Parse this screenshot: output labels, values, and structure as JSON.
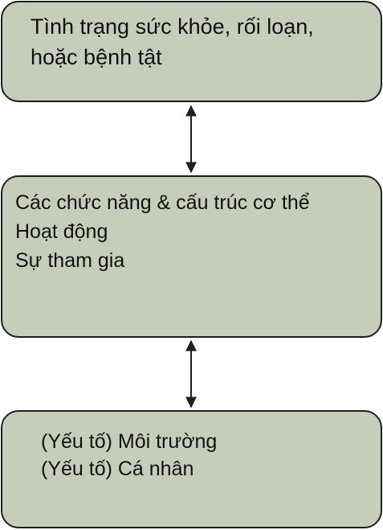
{
  "boxes": {
    "top": {
      "lines": [
        "Tình trạng sức khỏe, rối loạn,",
        "hoặc bệnh tật"
      ]
    },
    "middle": {
      "lines": [
        "Các chức năng & cấu trúc cơ thể",
        "Hoạt động",
        "Sự tham gia"
      ]
    },
    "bottom": {
      "lines": [
        "(Yếu tố) Môi trường",
        "(Yếu tố) Cá nhân"
      ]
    }
  },
  "colors": {
    "box_fill": "#c6cebb",
    "box_border": "#1f1f1f",
    "arrow": "#1f1f1f"
  }
}
